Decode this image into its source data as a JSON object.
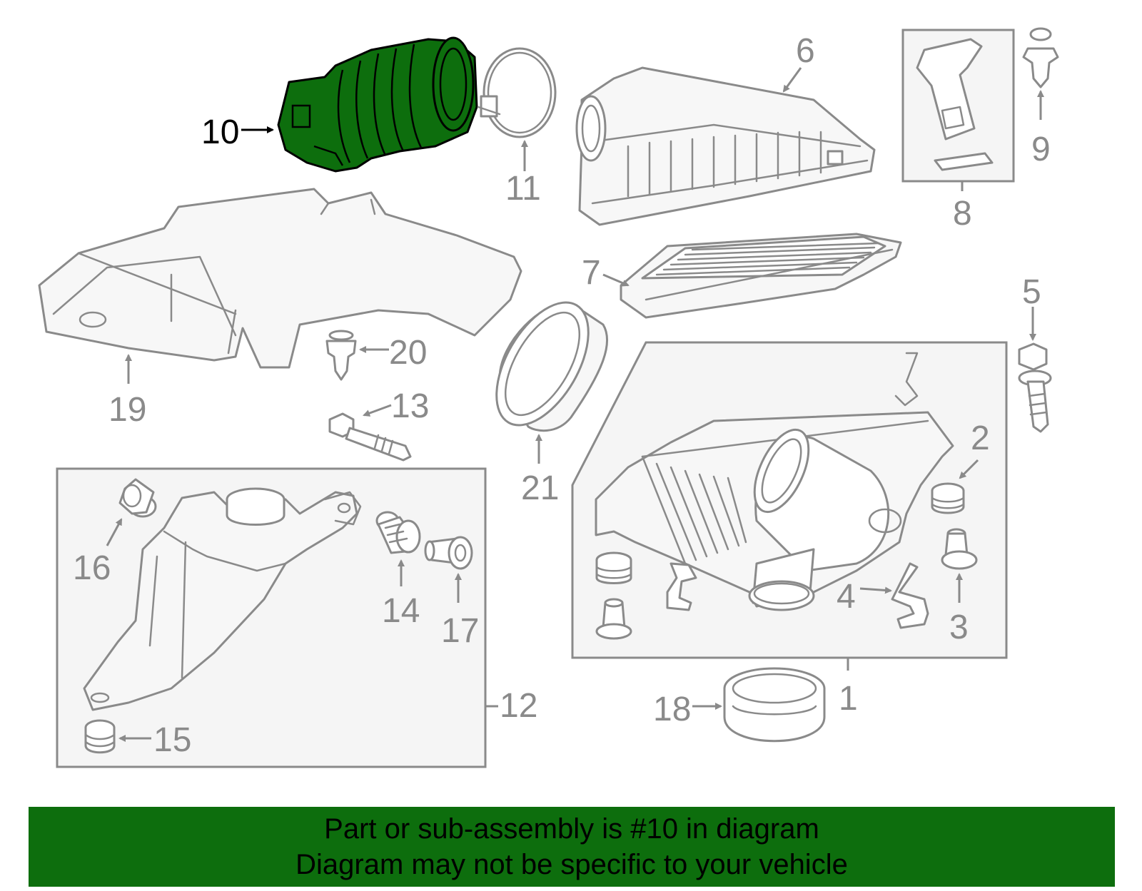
{
  "diagram": {
    "highlight_color": "#0d6e0d",
    "highlighted_part": "10",
    "part_labels": {
      "p1": "1",
      "p2": "2",
      "p3": "3",
      "p4": "4",
      "p5": "5",
      "p6": "6",
      "p7": "7",
      "p8": "8",
      "p9": "9",
      "p10": "10",
      "p11": "11",
      "p12": "12",
      "p13": "13",
      "p14": "14",
      "p15": "15",
      "p16": "16",
      "p17": "17",
      "p18": "18",
      "p19": "19",
      "p20": "20",
      "p21": "21"
    }
  },
  "banner": {
    "line1": "Part or sub-assembly is #10 in diagram",
    "line2": "Diagram may not be specific to your vehicle"
  }
}
